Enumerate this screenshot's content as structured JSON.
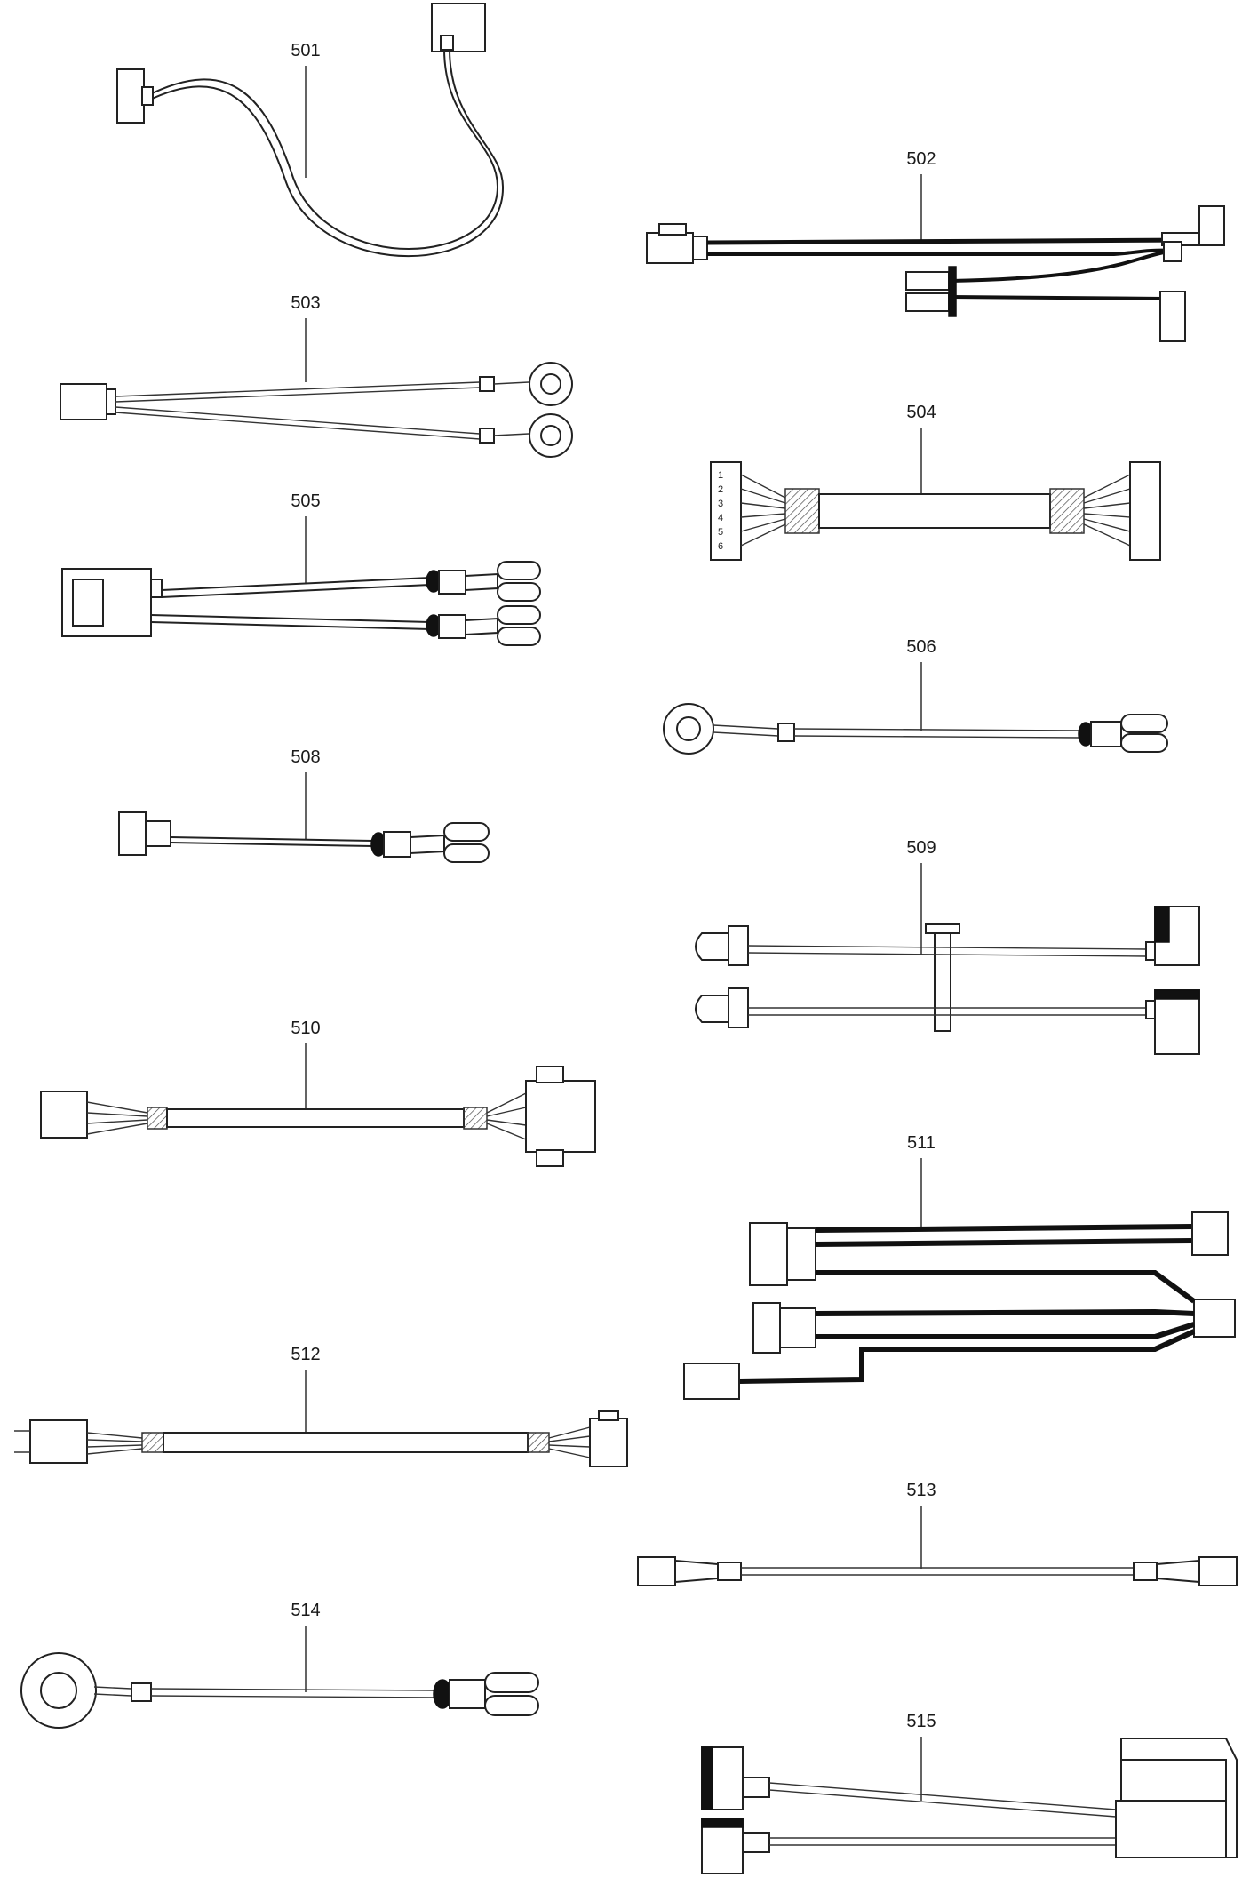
{
  "parts": [
    {
      "id": "p501",
      "label": "501"
    },
    {
      "id": "p502",
      "label": "502"
    },
    {
      "id": "p503",
      "label": "503"
    },
    {
      "id": "p504",
      "label": "504"
    },
    {
      "id": "p505",
      "label": "505"
    },
    {
      "id": "p506",
      "label": "506"
    },
    {
      "id": "p508",
      "label": "508"
    },
    {
      "id": "p509",
      "label": "509"
    },
    {
      "id": "p510",
      "label": "510"
    },
    {
      "id": "p511",
      "label": "511"
    },
    {
      "id": "p512",
      "label": "512"
    },
    {
      "id": "p513",
      "label": "513"
    },
    {
      "id": "p514",
      "label": "514"
    },
    {
      "id": "p515",
      "label": "515"
    }
  ],
  "connector_504_pins": [
    "1",
    "2",
    "3",
    "4",
    "5",
    "6"
  ]
}
